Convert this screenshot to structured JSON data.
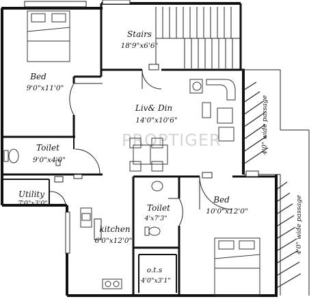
{
  "watermark": "PROPTIGER",
  "rooms": [
    {
      "id": "bed1",
      "name": "Bed",
      "dims": "9'0\"x11'0\""
    },
    {
      "id": "stairs",
      "name": "Stairs",
      "dims": "18'9\"x6'6\""
    },
    {
      "id": "living",
      "name": "Liv& Din",
      "dims": "14'0\"x10'6\""
    },
    {
      "id": "toilet1",
      "name": "Toilet",
      "dims": "9'0\"x4'0\""
    },
    {
      "id": "utility",
      "name": "Utility",
      "dims": "7'0\"x3'0\""
    },
    {
      "id": "kitchen",
      "name": "kitchen",
      "dims": "6'0\"x12'0\""
    },
    {
      "id": "toilet2",
      "name": "Toilet",
      "dims": "4'x7'3\""
    },
    {
      "id": "ots",
      "name": "o.t.s",
      "dims": "4'0\"x3'1\""
    },
    {
      "id": "bed2",
      "name": "Bed",
      "dims": "10'0\"x12'0\""
    }
  ],
  "passages": [
    {
      "id": "passage1",
      "label": "4'0\" wide passage"
    },
    {
      "id": "passage2",
      "label": "4'0\" wide passage"
    }
  ]
}
